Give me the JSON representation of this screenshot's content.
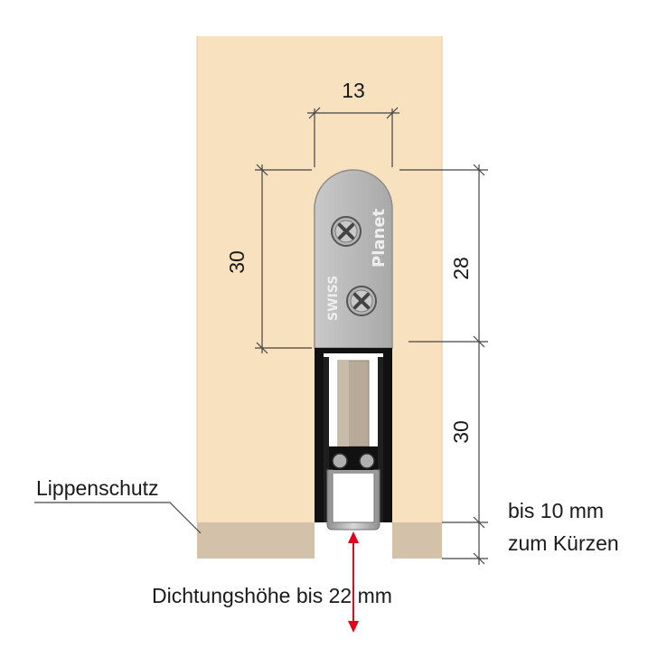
{
  "dimensions": {
    "width_top": "13",
    "height_left": "30",
    "height_right_upper": "28",
    "height_right_lower": "30",
    "shortening_line1": "bis 10 mm",
    "shortening_line2": "zum Kürzen"
  },
  "labels": {
    "lip_protection": "Lippenschutz",
    "seal_height": "Dichtungshöhe bis 22 mm"
  },
  "plate": {
    "brand_main": "Planet",
    "brand_sub": "SWISS"
  },
  "colors": {
    "door_wood": "#f7e1bf",
    "lip_protection": "#d3c2a9",
    "plate_metal": "#bdbdbd",
    "profile_dark": "#111111",
    "seal_grey": "#c4c4c4",
    "arrow_red": "#e3001b",
    "dimension_line": "#444444"
  }
}
